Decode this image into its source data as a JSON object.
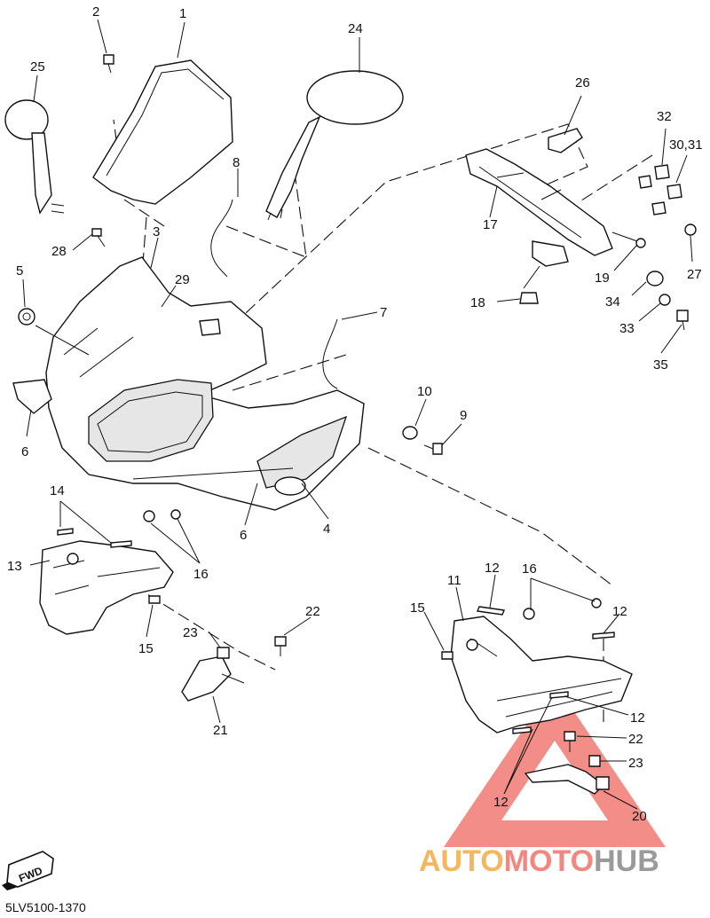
{
  "diagram_code": "5LV5100-1370",
  "fwd_label": "FWD",
  "watermark": {
    "part1": "AUTO",
    "part2": "MOTO",
    "part3": "HUB"
  },
  "callouts": {
    "c1": "1",
    "c2": "2",
    "c3": "3",
    "c4": "4",
    "c5": "5",
    "c6a": "6",
    "c6b": "6",
    "c7": "7",
    "c8": "8",
    "c9": "9",
    "c10": "10",
    "c11": "11",
    "c12a": "12",
    "c12b": "12",
    "c12c": "12",
    "c12d": "12",
    "c13": "13",
    "c14": "14",
    "c15a": "15",
    "c15b": "15",
    "c16a": "16",
    "c16b": "16",
    "c17": "17",
    "c18": "18",
    "c19": "19",
    "c20": "20",
    "c21": "21",
    "c22a": "22",
    "c22b": "22",
    "c23a": "23",
    "c23b": "23",
    "c24": "24",
    "c25": "25",
    "c26": "26",
    "c27": "27",
    "c28": "28",
    "c29": "29",
    "c3031": "30,31",
    "c32": "32",
    "c33": "33",
    "c34": "34",
    "c35": "35"
  },
  "colors": {
    "watermark_triangle": "#f07a72",
    "watermark_auto": "#f6b65e",
    "watermark_hub": "#9a9a9a"
  }
}
